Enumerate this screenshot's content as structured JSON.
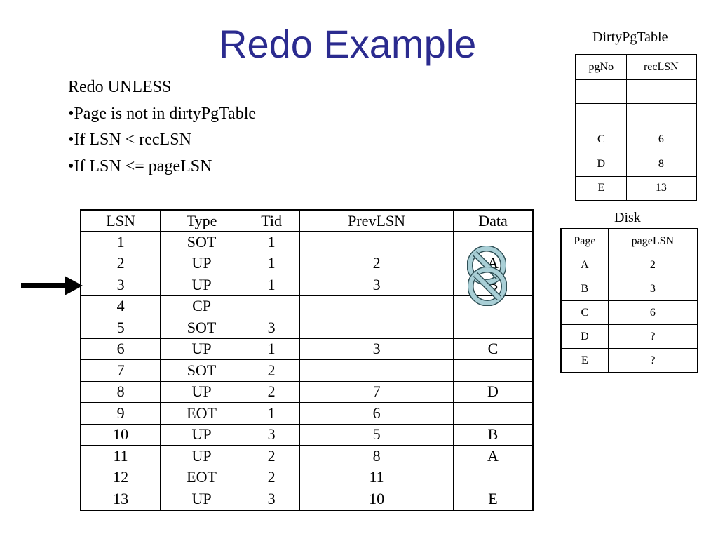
{
  "slide": {
    "title": "Redo Example",
    "rules": [
      "Redo UNLESS",
      "•Page is not in dirtyPgTable",
      "•If LSN < recLSN",
      "•If LSN <= pageLSN"
    ]
  },
  "log_table": {
    "headers": [
      "LSN",
      "Type",
      "Tid",
      "PrevLSN",
      "Data"
    ],
    "rows": [
      [
        "1",
        "SOT",
        "1",
        "",
        ""
      ],
      [
        "2",
        "UP",
        "1",
        "2",
        "A"
      ],
      [
        "3",
        "UP",
        "1",
        "3",
        "B"
      ],
      [
        "4",
        "CP",
        "",
        "",
        ""
      ],
      [
        "5",
        "SOT",
        "3",
        "",
        ""
      ],
      [
        "6",
        "UP",
        "1",
        "3",
        "C"
      ],
      [
        "7",
        "SOT",
        "2",
        "",
        ""
      ],
      [
        "8",
        "UP",
        "2",
        "7",
        "D"
      ],
      [
        "9",
        "EOT",
        "1",
        "6",
        ""
      ],
      [
        "10",
        "UP",
        "3",
        "5",
        "B"
      ],
      [
        "11",
        "UP",
        "2",
        "8",
        "A"
      ],
      [
        "12",
        "EOT",
        "2",
        "11",
        ""
      ],
      [
        "13",
        "UP",
        "3",
        "10",
        "E"
      ]
    ],
    "current_row_lsn": "3"
  },
  "dirty_pg_table": {
    "caption": "DirtyPgTable",
    "headers": [
      "pgNo",
      "recLSN"
    ],
    "rows": [
      [
        "",
        ""
      ],
      [
        "",
        ""
      ],
      [
        "C",
        "6"
      ],
      [
        "D",
        "8"
      ],
      [
        "E",
        "13"
      ]
    ]
  },
  "disk_table": {
    "caption": "Disk",
    "headers": [
      "Page",
      "pageLSN"
    ],
    "rows": [
      [
        "A",
        "2"
      ],
      [
        "B",
        "3"
      ],
      [
        "C",
        "6"
      ],
      [
        "D",
        "?"
      ],
      [
        "E",
        "?"
      ]
    ]
  },
  "icons": {
    "pointer": "right-arrow-icon",
    "crossed_out": "prohibited-icon"
  },
  "colors": {
    "title": "#2b2b8f",
    "prohibit_fill": "#a9cfd6",
    "prohibit_stroke": "#2f4f55"
  }
}
